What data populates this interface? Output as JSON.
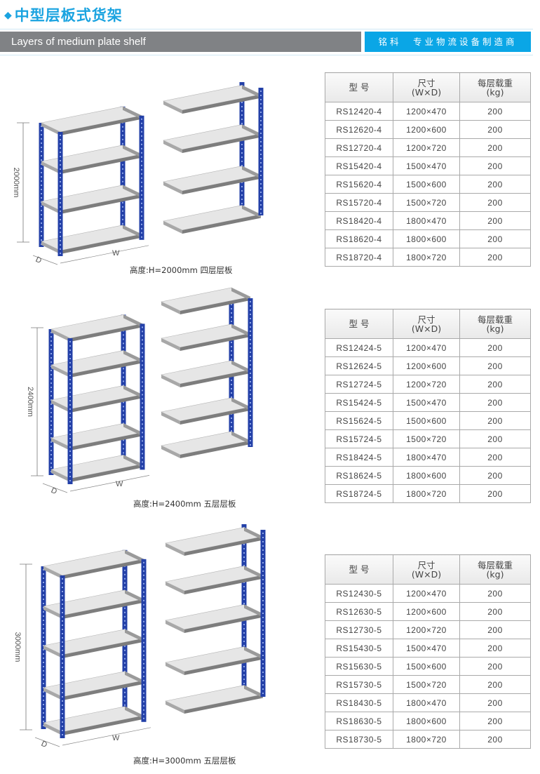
{
  "header": {
    "title": "中型层板式货架",
    "subtitle": "Layers of medium plate shelf",
    "brand": "铭科　专业物流设备制造商"
  },
  "colors": {
    "accent": "#1aa3e0",
    "upright": "#2340a8",
    "shelf": "#e6e6e6"
  },
  "table_headers": {
    "model": "型 号",
    "size": "尺寸",
    "size_unit": "(W×D)",
    "load": "每层载重",
    "load_unit": "(kg)"
  },
  "dim_labels": {
    "width": "W",
    "depth": "D"
  },
  "sections": [
    {
      "height_label": "2000mm",
      "caption": "高度:H=2000mm 四层层板",
      "levels": 4,
      "rows": [
        [
          "RS12420-4",
          "1200×470",
          "200"
        ],
        [
          "RS12620-4",
          "1200×600",
          "200"
        ],
        [
          "RS12720-4",
          "1200×720",
          "200"
        ],
        [
          "RS15420-4",
          "1500×470",
          "200"
        ],
        [
          "RS15620-4",
          "1500×600",
          "200"
        ],
        [
          "RS15720-4",
          "1500×720",
          "200"
        ],
        [
          "RS18420-4",
          "1800×470",
          "200"
        ],
        [
          "RS18620-4",
          "1800×600",
          "200"
        ],
        [
          "RS18720-4",
          "1800×720",
          "200"
        ]
      ]
    },
    {
      "height_label": "2400mm",
      "caption": "高度:H=2400mm 五层层板",
      "levels": 5,
      "rows": [
        [
          "RS12424-5",
          "1200×470",
          "200"
        ],
        [
          "RS12624-5",
          "1200×600",
          "200"
        ],
        [
          "RS12724-5",
          "1200×720",
          "200"
        ],
        [
          "RS15424-5",
          "1500×470",
          "200"
        ],
        [
          "RS15624-5",
          "1500×600",
          "200"
        ],
        [
          "RS15724-5",
          "1500×720",
          "200"
        ],
        [
          "RS18424-5",
          "1800×470",
          "200"
        ],
        [
          "RS18624-5",
          "1800×600",
          "200"
        ],
        [
          "RS18724-5",
          "1800×720",
          "200"
        ]
      ]
    },
    {
      "height_label": "3000mm",
      "caption": "高度:H=3000mm 五层层板",
      "levels": 5,
      "rows": [
        [
          "RS12430-5",
          "1200×470",
          "200"
        ],
        [
          "RS12630-5",
          "1200×600",
          "200"
        ],
        [
          "RS12730-5",
          "1200×720",
          "200"
        ],
        [
          "RS15430-5",
          "1500×470",
          "200"
        ],
        [
          "RS15630-5",
          "1500×600",
          "200"
        ],
        [
          "RS15730-5",
          "1500×720",
          "200"
        ],
        [
          "RS18430-5",
          "1800×470",
          "200"
        ],
        [
          "RS18630-5",
          "1800×600",
          "200"
        ],
        [
          "RS18730-5",
          "1800×720",
          "200"
        ]
      ]
    }
  ]
}
